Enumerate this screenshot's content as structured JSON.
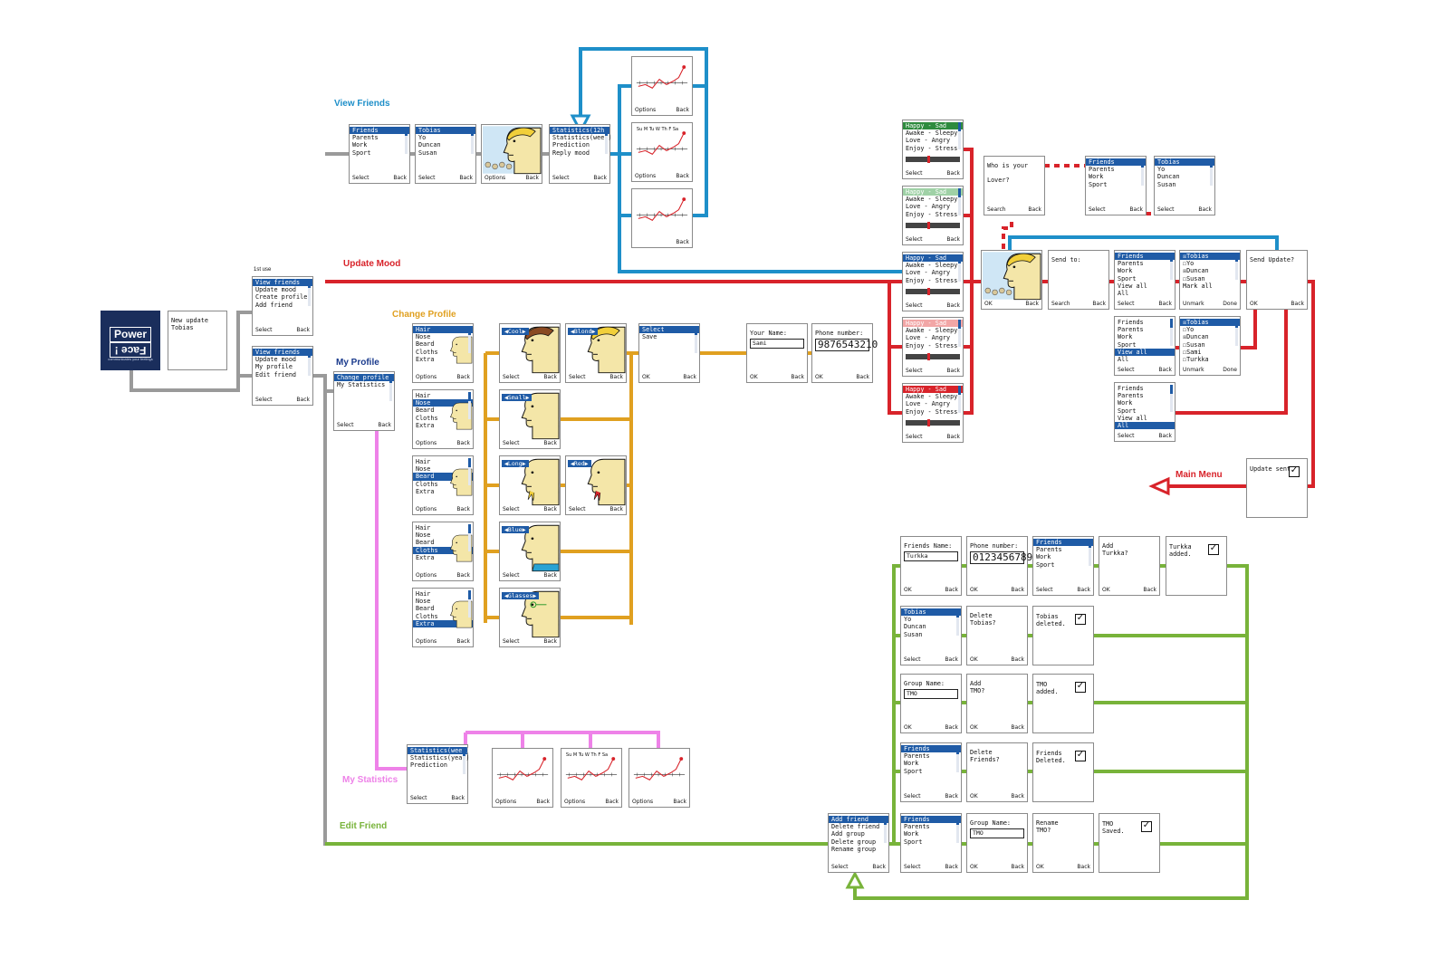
{
  "logo": {
    "word1": "Power",
    "word2": "Face !",
    "tagline": "communicates your feelings"
  },
  "first_use_note": "1st use",
  "flow_labels": {
    "view_friends": "View Friends",
    "update_mood": "Update Mood",
    "change_profile": "Change Profile",
    "my_profile": "My Profile",
    "my_statistics": "My Statistics",
    "edit_friend": "Edit Friend",
    "main_menu": "Main Menu"
  },
  "colors": {
    "grey": "#9a9a9a",
    "blue": "#1e8fc9",
    "red": "#d8232a",
    "orange": "#e0a020",
    "pink": "#ee82e8",
    "green": "#78b33a",
    "navy": "#1a3a8c",
    "highlight": "#1f5ba6"
  },
  "statistics_week_days": "Su M Tu W Th F Sa",
  "screens": {
    "start": {
      "lines": [
        "New update",
        "Tobias"
      ]
    },
    "menu_first": {
      "lines": [
        "View friends",
        "Update mood",
        "Create profile",
        "Add friend"
      ],
      "left": "Select",
      "right": "Back"
    },
    "menu_main": {
      "lines": [
        "View friends",
        "Update mood",
        "My profile",
        "Edit friend"
      ],
      "left": "Select",
      "right": "Back"
    },
    "vf_groups": {
      "lines": [
        "Friends",
        "Parents",
        "Work",
        "Sport"
      ],
      "left": "Select",
      "right": "Back"
    },
    "vf_people": {
      "lines": [
        "Tobias",
        "Yo",
        "Duncan",
        "Susan"
      ],
      "left": "Select",
      "right": "Back"
    },
    "vf_face": {
      "left": "Options",
      "right": "Back"
    },
    "vf_stats_menu": {
      "lines": [
        "Statistics(12h)",
        "Statistics(week)",
        "Prediction",
        "Reply mood"
      ],
      "left": "Select",
      "right": "Back"
    },
    "vf_chart1": {
      "left": "Options",
      "right": "Back"
    },
    "vf_chart2": {
      "left": "Options",
      "right": "Back"
    },
    "vf_chart3": {
      "left": "",
      "right": "Back"
    },
    "profile_menu": {
      "lines": [
        "Change profile",
        "My Statistics"
      ],
      "left": "Select",
      "right": "Back"
    },
    "cp_parts": {
      "lines": [
        "Hair",
        "Nose",
        "Beard",
        "Cloths",
        "Extra"
      ],
      "left": "Options",
      "right": "Back"
    },
    "cp_cool": {
      "option": "Cool",
      "left": "Select",
      "right": "Back"
    },
    "cp_blond": {
      "option": "Blond",
      "left": "Select",
      "right": "Back"
    },
    "cp_small": {
      "option": "Small",
      "left": "Select",
      "right": "Back"
    },
    "cp_long": {
      "option": "Long",
      "left": "Select",
      "right": "Back"
    },
    "cp_red": {
      "option": "Red",
      "left": "Select",
      "right": "Back"
    },
    "cp_blue": {
      "option": "Blue",
      "left": "Select",
      "right": "Back"
    },
    "cp_glasses": {
      "option": "Glasses",
      "left": "Select",
      "right": "Back"
    },
    "cp_select_save": {
      "lines": [
        "Select",
        "Save"
      ],
      "left": "OK",
      "right": "Back"
    },
    "cp_name": {
      "prompt": "Your Name:",
      "value": "Sami",
      "left": "OK",
      "right": "Back"
    },
    "cp_phone": {
      "prompt": "Phone number:",
      "value": "9876543210",
      "left": "OK",
      "right": "Back"
    },
    "ms_menu": {
      "lines": [
        "Statistics(week)",
        "Statistics(year)",
        "Prediction"
      ],
      "left": "Select",
      "right": "Back"
    },
    "ms_chart1": {
      "left": "Options",
      "right": "Back"
    },
    "ms_chart2": {
      "left": "Options",
      "right": "Back"
    },
    "ms_chart3": {
      "left": "Options",
      "right": "Back"
    },
    "mood": {
      "lines": [
        "Happy  -  Sad",
        "Awake  -  Sleepy",
        "Love   -  Angry",
        "Enjoy  -  Stress"
      ],
      "left": "Select",
      "right": "Back"
    },
    "lover": {
      "lines": [
        "Who is your",
        "",
        "Lover?"
      ],
      "left": "Search",
      "right": "Back"
    },
    "lover_groups": {
      "lines": [
        "Friends",
        "Parents",
        "Work",
        "Sport"
      ],
      "left": "Select",
      "right": "Back"
    },
    "lover_people": {
      "lines": [
        "Tobias",
        "Yo",
        "Duncan",
        "Susan"
      ],
      "left": "Select",
      "right": "Back"
    },
    "um_face": {
      "left": "OK",
      "right": "Back"
    },
    "send_to": {
      "lines": [
        "Send to:"
      ],
      "left": "Search",
      "right": "Back"
    },
    "send_groups": {
      "lines": [
        "Friends",
        "Parents",
        "Work",
        "Sport",
        "View all",
        "All"
      ],
      "left": "Select",
      "right": "Back"
    },
    "send_groups_viewall": {
      "lines": [
        "Friends",
        "Parents",
        "Work",
        "Sport",
        "View all",
        "All"
      ],
      "left": "Select",
      "right": "Back"
    },
    "send_groups_all": {
      "lines": [
        "Friends",
        "Parents",
        "Work",
        "Sport",
        "View all",
        "All"
      ],
      "left": "Select",
      "right": "Back"
    },
    "pick_people": {
      "lines": [
        "☒Tobias",
        "☐Yo",
        "☒Duncan",
        "☐Susan",
        "Mark all"
      ],
      "left": "Unmark",
      "right": "Done"
    },
    "pick_people_all": {
      "lines": [
        "☒Tobias",
        "☐Yo",
        "☒Duncan",
        "☐Susan",
        "☐Sami",
        "☐Turkka"
      ],
      "left": "Unmark",
      "right": "Done"
    },
    "send_confirm": {
      "lines": [
        "Send Update?"
      ],
      "left": "OK",
      "right": "Back"
    },
    "update_sent": {
      "lines": [
        "Update sent."
      ]
    },
    "ef_menu": {
      "lines": [
        "Add friend",
        "Delete friend",
        "Add group",
        "Delete group",
        "Rename group"
      ],
      "left": "Select",
      "right": "Back"
    },
    "ef_friend_name": {
      "prompt": "Friends Name:",
      "value": "Turkka",
      "left": "OK",
      "right": "Back"
    },
    "ef_friend_phone": {
      "prompt": "Phone number:",
      "value": "0123456789",
      "left": "OK",
      "right": "Back"
    },
    "ef_friend_group": {
      "lines": [
        "Friends",
        "Parents",
        "Work",
        "Sport"
      ],
      "left": "Select",
      "right": "Back"
    },
    "ef_add_q": {
      "lines": [
        "Add",
        "Turkka?"
      ],
      "left": "OK",
      "right": "Back"
    },
    "ef_added": {
      "lines": [
        "Turkka",
        "      added."
      ]
    },
    "ef_del_people": {
      "lines": [
        "Tobias",
        "Yo",
        "Duncan",
        "Susan"
      ],
      "left": "Select",
      "right": "Back"
    },
    "ef_del_q": {
      "lines": [
        "Delete",
        "Tobias?"
      ],
      "left": "OK",
      "right": "Back"
    },
    "ef_deleted": {
      "lines": [
        "Tobias",
        "deleted."
      ]
    },
    "ef_group_name": {
      "prompt": "Group Name:",
      "value": "TMO",
      "left": "OK",
      "right": "Back"
    },
    "ef_add_group_q": {
      "lines": [
        "Add",
        "TMO?"
      ],
      "left": "OK",
      "right": "Back"
    },
    "ef_group_added": {
      "lines": [
        "TMO",
        "      added."
      ]
    },
    "ef_del_groups": {
      "lines": [
        "Friends",
        "Parents",
        "Work",
        "Sport"
      ],
      "left": "Select",
      "right": "Back"
    },
    "ef_del_group_q": {
      "lines": [
        "Delete",
        "Friends?"
      ],
      "left": "OK",
      "right": "Back"
    },
    "ef_group_deleted": {
      "lines": [
        "Friends",
        "  Deleted."
      ]
    },
    "ef_ren_groups": {
      "lines": [
        "Friends",
        "Parents",
        "Work",
        "Sport"
      ],
      "left": "Select",
      "right": "Back"
    },
    "ef_ren_name": {
      "prompt": "Group Name:",
      "value": "TMO",
      "left": "OK",
      "right": "Back"
    },
    "ef_ren_q": {
      "lines": [
        "Rename",
        "TMO?"
      ],
      "left": "OK",
      "right": "Back"
    },
    "ef_saved": {
      "lines": [
        "TMO",
        "    Saved."
      ]
    }
  }
}
